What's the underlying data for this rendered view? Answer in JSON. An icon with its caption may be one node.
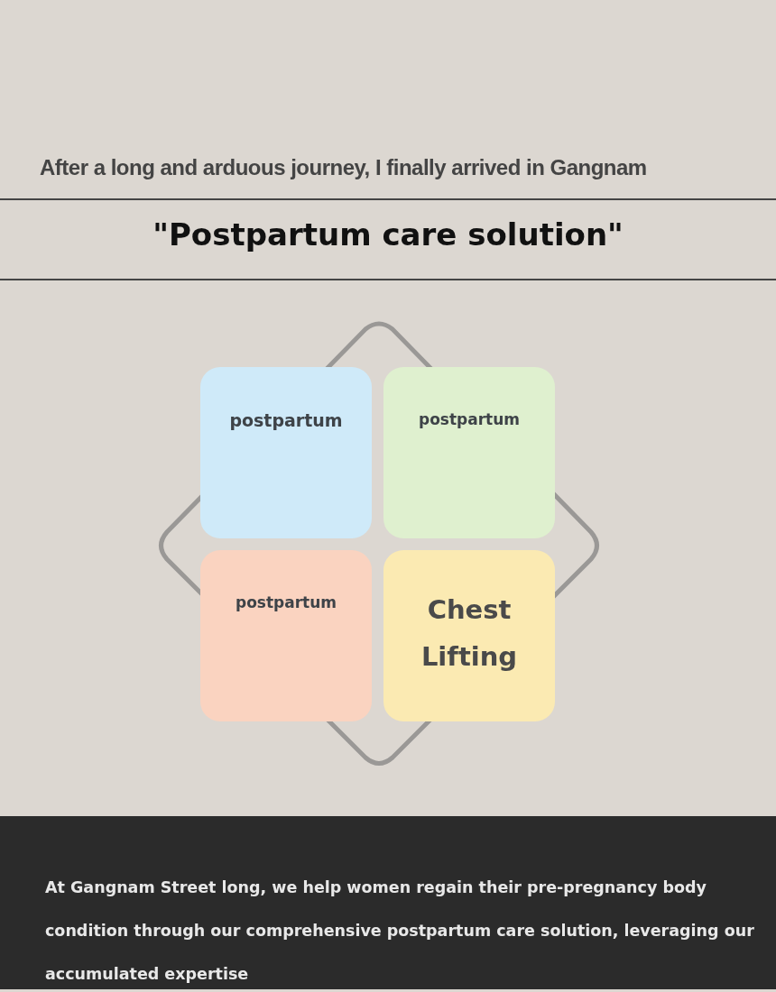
{
  "diagram": {
    "title": "\"Postpartum care solution\"",
    "nodes": [
      {
        "text": [
          "postpartum"
        ]
      },
      {
        "text": [
          "postpartum"
        ]
      },
      {
        "text": [
          "postpartum"
        ]
      },
      {
        "text": [
          "Chest Lifting"
        ]
      },
      {
        "text": [
          "At Gangnam Street long, we help women regain their pre-pregnancy body condition through our comprehensive postpartum care solution, leveraging our accumulated expertise"
        ]
      }
    ],
    "edges": [],
    "labels": [
      "After a long and arduous journey, I finally arrived in Gangnam"
    ]
  }
}
